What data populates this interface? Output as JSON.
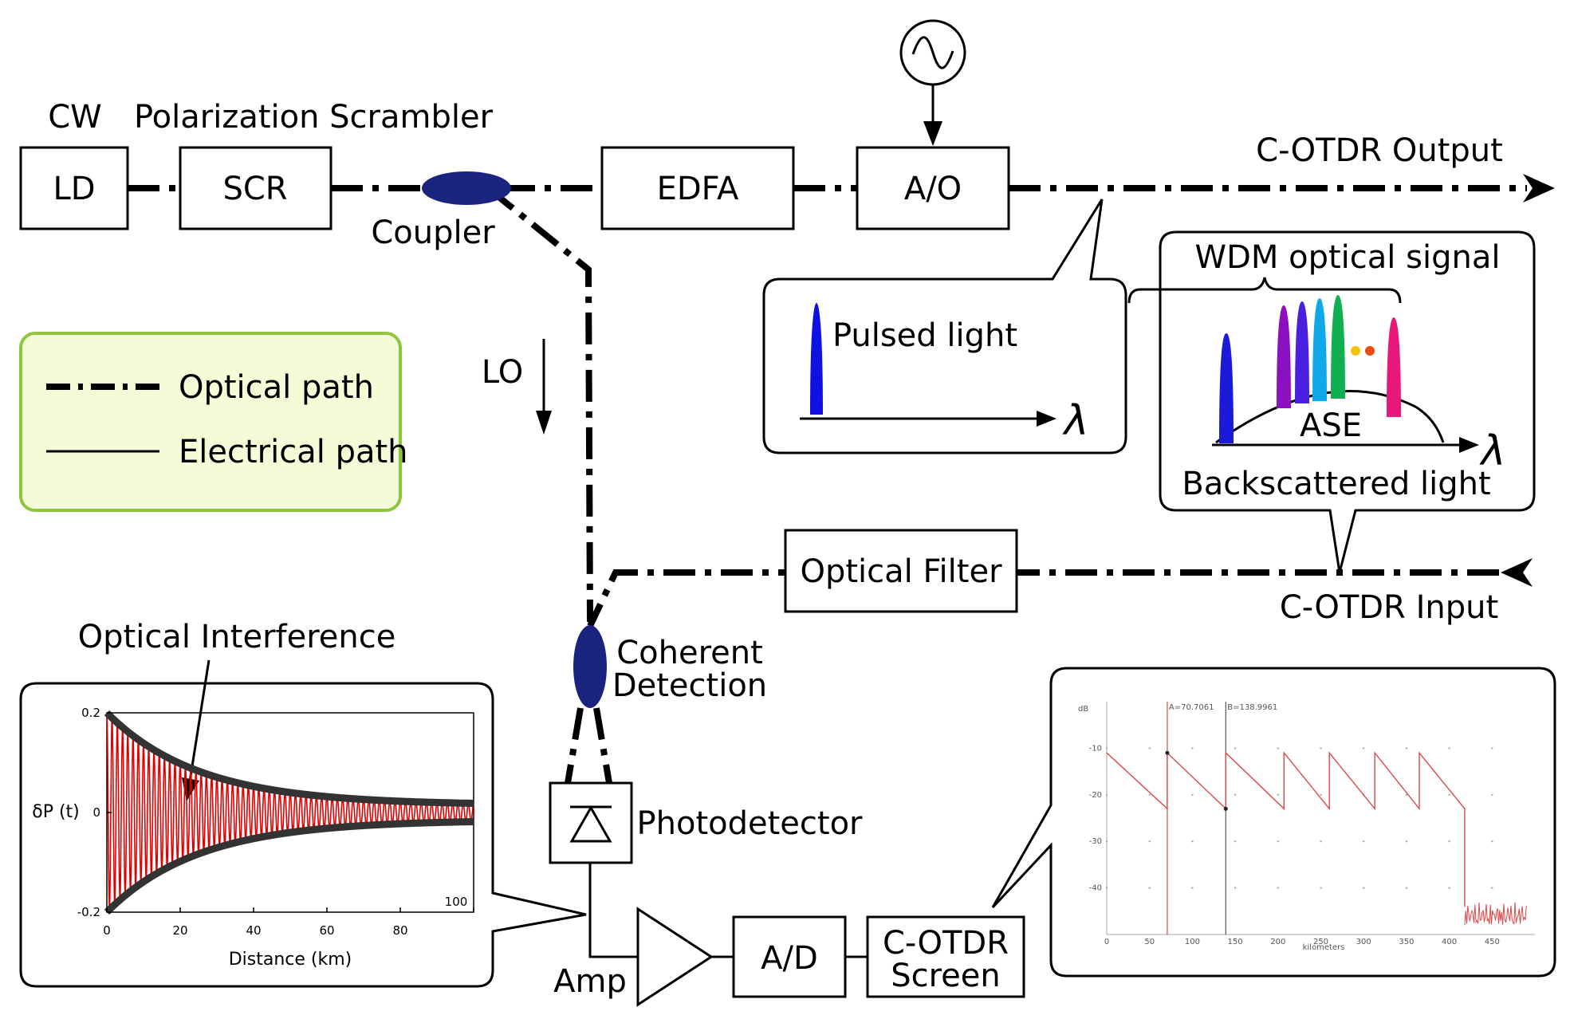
{
  "colors": {
    "coupler": "#1a237e",
    "legend_fill": "#f4fbd7",
    "legend_border": "#8fc43f",
    "interference": "#e00000",
    "pulse": "#1010e0",
    "trace": "#d94a4a",
    "wdm_channels": [
      "#1a1ad8",
      "#8b10c0",
      "#4a20e0",
      "#10a8e8",
      "#10b050",
      "#e8187a"
    ],
    "wdm_dots": [
      "#f2c40a",
      "#f04a10"
    ]
  },
  "blocks": {
    "cw": "CW",
    "ld": "LD",
    "scrambler_title": "Polarization Scrambler",
    "scr": "SCR",
    "coupler": "Coupler",
    "edfa": "EDFA",
    "ao": "A/O",
    "output": "C-OTDR Output",
    "lo": "LO",
    "optical_filter": "Optical Filter",
    "input": "C-OTDR Input",
    "coherent_line1": "Coherent",
    "coherent_line2": "Detection",
    "photodetector": "Photodetector",
    "amp": "Amp",
    "ad": "A/D",
    "screen_line1": "C-OTDR",
    "screen_line2": "Screen"
  },
  "legend": {
    "optical": "Optical path",
    "electrical": "Electrical path"
  },
  "pulsed_callout": {
    "label": "Pulsed light",
    "axis": "λ"
  },
  "wdm_callout": {
    "title": "WDM optical signal",
    "ase": "ASE",
    "axis": "λ",
    "bottom": "Backscattered light"
  },
  "interference": {
    "annotation": "Optical Interference"
  },
  "chart_data": [
    {
      "type": "line",
      "title": "",
      "xlabel": "Distance (km)",
      "ylabel": "δP (t)",
      "xlim": [
        0,
        100
      ],
      "ylim": [
        -0.2,
        0.2
      ],
      "xticks": [
        "0",
        "20",
        "40",
        "60",
        "80",
        "100"
      ],
      "yticks": [
        "0.2",
        "0",
        "-0.2"
      ],
      "envelope": {
        "start_amplitude": 0.2,
        "end_amplitude": 0.015,
        "decay_length_km": 25
      },
      "oscillation_cycles": 70
    },
    {
      "type": "line",
      "title": "",
      "xlabel": "kilometers",
      "ylabel": "dB",
      "xlim": [
        0,
        500
      ],
      "ylim": [
        -50,
        0
      ],
      "xticks": [
        "0",
        "50",
        "100",
        "150",
        "200",
        "250",
        "300",
        "350",
        "400",
        "450"
      ],
      "yticks": [
        "-10",
        "-20",
        "-30",
        "-40"
      ],
      "markers": [
        "A=70.7061",
        "B=138.9961"
      ],
      "marker_positions": [
        70.7,
        139.0
      ],
      "segments": [
        {
          "x0": 0,
          "y0": -11,
          "x1": 70.7,
          "y1": -23
        },
        {
          "x0": 70.7,
          "y0": -11,
          "x1": 139.0,
          "y1": -23
        },
        {
          "x0": 139.0,
          "y0": -11,
          "x1": 207,
          "y1": -23
        },
        {
          "x0": 207,
          "y0": -11,
          "x1": 260,
          "y1": -23
        },
        {
          "x0": 260,
          "y0": -11,
          "x1": 313,
          "y1": -23
        },
        {
          "x0": 313,
          "y0": -11,
          "x1": 365,
          "y1": -23
        },
        {
          "x0": 365,
          "y0": -11,
          "x1": 418,
          "y1": -23
        }
      ],
      "noise_floor_db": -44
    }
  ]
}
